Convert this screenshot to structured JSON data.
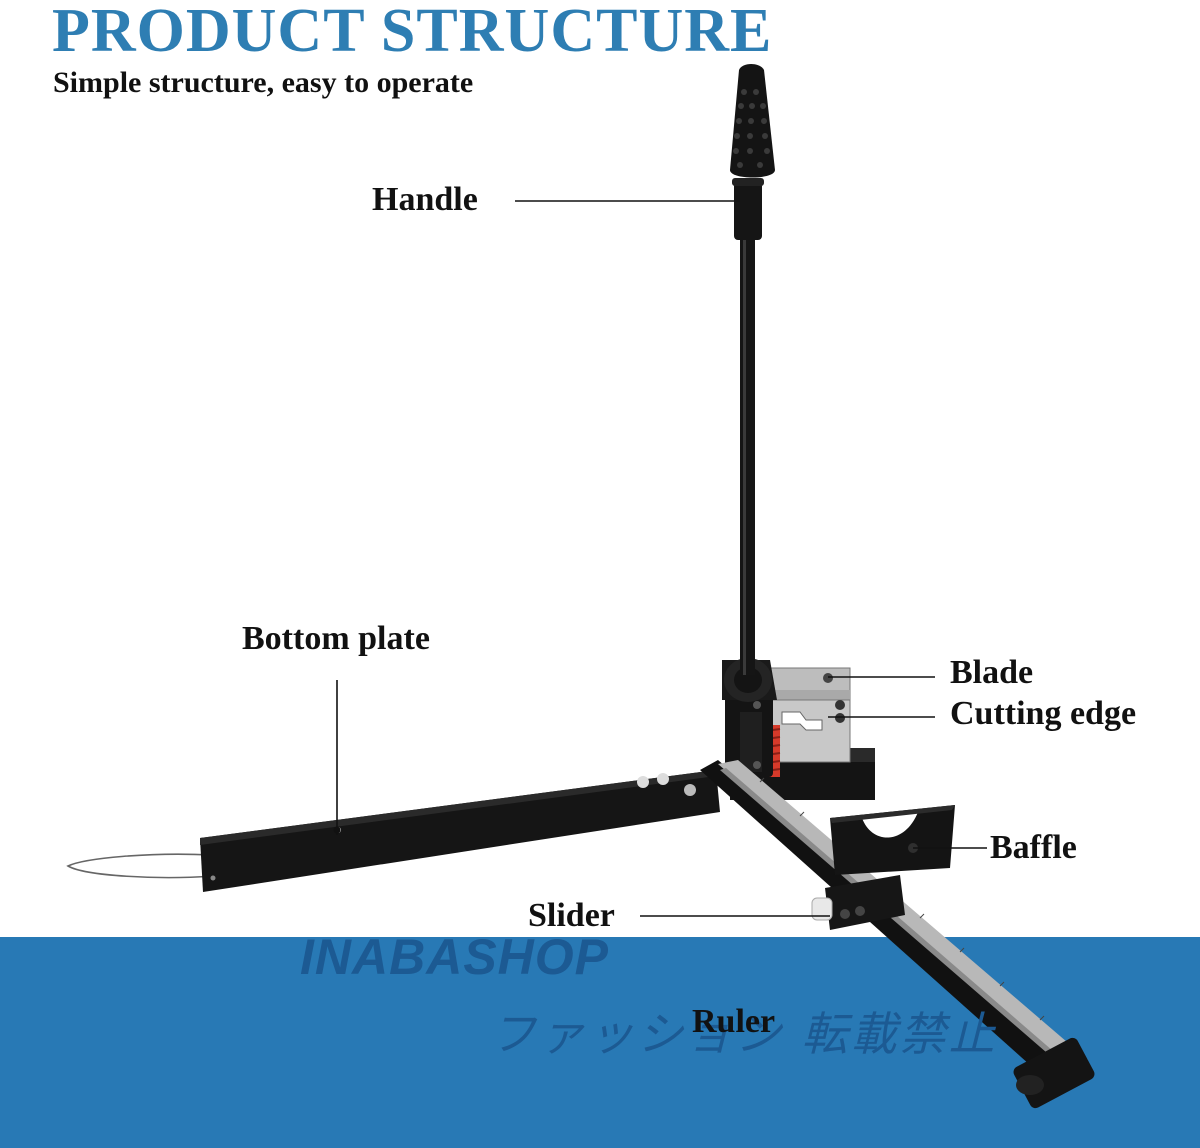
{
  "header": {
    "title": "PRODUCT STRUCTURE",
    "subtitle": "Simple structure, easy to operate"
  },
  "labels": {
    "handle": "Handle",
    "bottom_plate": "Bottom plate",
    "blade": "Blade",
    "cutting_edge": "Cutting edge",
    "baffle": "Baffle",
    "slider": "Slider",
    "ruler": "Ruler"
  },
  "watermark": {
    "brand": "INABASHOP",
    "notice": "ファッション 転載禁止"
  },
  "colors": {
    "title": "#2e7eb3",
    "band": "#2879b5",
    "metal_dark": "#141414",
    "spring": "#d63a2a"
  }
}
